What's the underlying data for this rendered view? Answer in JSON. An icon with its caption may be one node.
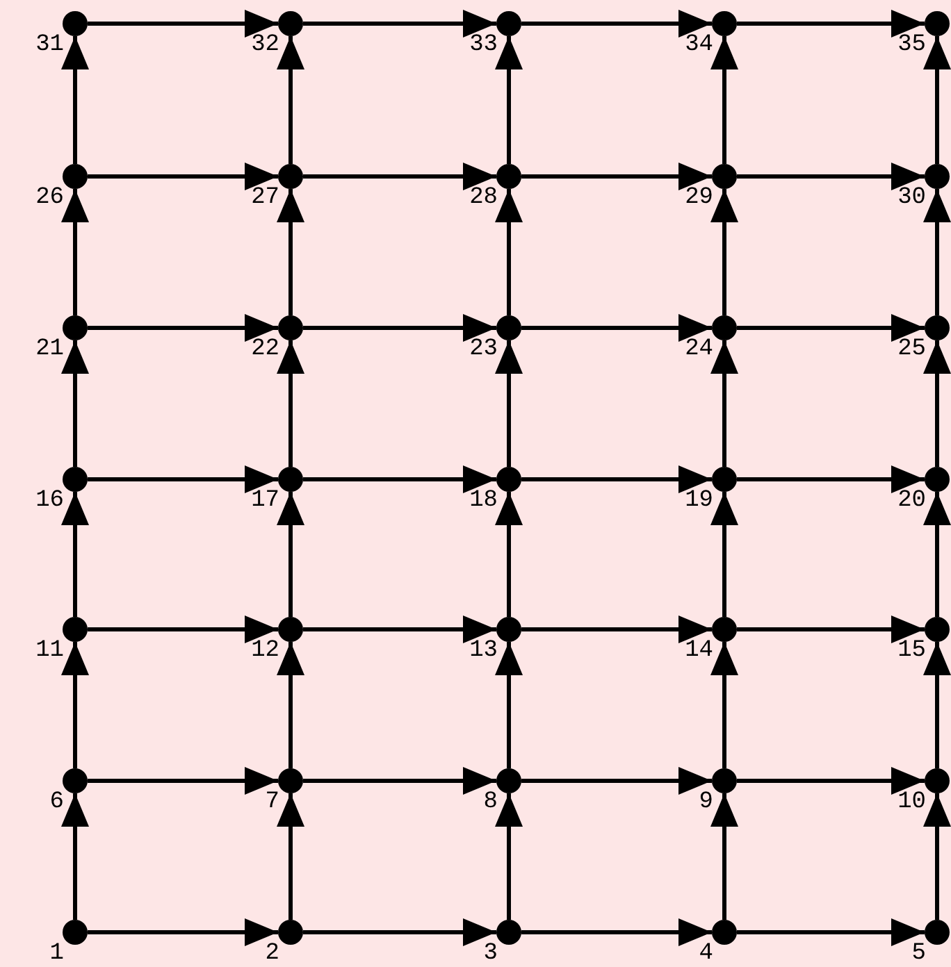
{
  "diagram": {
    "nodes": [
      {
        "text": [],
        "shape": "circle",
        "beside": [
          "1"
        ]
      },
      {
        "text": [],
        "shape": "circle",
        "beside": [
          "2"
        ]
      },
      {
        "text": [],
        "shape": "circle",
        "beside": [
          "3"
        ]
      },
      {
        "text": [],
        "shape": "circle",
        "beside": [
          "4"
        ]
      },
      {
        "text": [],
        "shape": "circle",
        "beside": [
          "5"
        ]
      },
      {
        "text": [],
        "shape": "circle",
        "beside": [
          "6"
        ]
      },
      {
        "text": [],
        "shape": "circle",
        "beside": [
          "7"
        ]
      },
      {
        "text": [],
        "shape": "circle",
        "beside": [
          "8"
        ]
      },
      {
        "text": [],
        "shape": "circle",
        "beside": [
          "9"
        ]
      },
      {
        "text": [],
        "shape": "circle",
        "beside": [
          "10"
        ]
      },
      {
        "text": [],
        "shape": "circle",
        "beside": [
          "11"
        ]
      },
      {
        "text": [],
        "shape": "circle",
        "beside": [
          "12"
        ]
      },
      {
        "text": [],
        "shape": "circle",
        "beside": [
          "13"
        ]
      },
      {
        "text": [],
        "shape": "circle",
        "beside": [
          "14"
        ]
      },
      {
        "text": [],
        "shape": "circle",
        "beside": [
          "15"
        ]
      },
      {
        "text": [],
        "shape": "circle",
        "beside": [
          "16"
        ]
      },
      {
        "text": [],
        "shape": "circle",
        "beside": [
          "17"
        ]
      },
      {
        "text": [],
        "shape": "circle",
        "beside": [
          "18"
        ]
      },
      {
        "text": [],
        "shape": "circle",
        "beside": [
          "19"
        ]
      },
      {
        "text": [],
        "shape": "circle",
        "beside": [
          "20"
        ]
      },
      {
        "text": [],
        "shape": "circle",
        "beside": [
          "21"
        ]
      },
      {
        "text": [],
        "shape": "circle",
        "beside": [
          "22"
        ]
      },
      {
        "text": [],
        "shape": "circle",
        "beside": [
          "23"
        ]
      },
      {
        "text": [],
        "shape": "circle",
        "beside": [
          "24"
        ]
      },
      {
        "text": [],
        "shape": "circle",
        "beside": [
          "25"
        ]
      },
      {
        "text": [],
        "shape": "circle",
        "beside": [
          "26"
        ]
      },
      {
        "text": [],
        "shape": "circle",
        "beside": [
          "27"
        ]
      },
      {
        "text": [],
        "shape": "circle",
        "beside": [
          "28"
        ]
      },
      {
        "text": [],
        "shape": "circle",
        "beside": [
          "29"
        ]
      },
      {
        "text": [],
        "shape": "circle",
        "beside": [
          "30"
        ]
      },
      {
        "text": [],
        "shape": "circle",
        "beside": [
          "31"
        ]
      },
      {
        "text": [],
        "shape": "circle",
        "beside": [
          "32"
        ]
      },
      {
        "text": [],
        "shape": "circle",
        "beside": [
          "33"
        ]
      },
      {
        "text": [],
        "shape": "circle",
        "beside": [
          "34"
        ]
      },
      {
        "text": [],
        "shape": "circle",
        "beside": [
          "35"
        ]
      }
    ],
    "edges": [
      {
        "from": 0,
        "to": 1,
        "arrow": "to"
      },
      {
        "from": 1,
        "to": 2,
        "arrow": "to"
      },
      {
        "from": 2,
        "to": 3,
        "arrow": "to"
      },
      {
        "from": 3,
        "to": 4,
        "arrow": "to"
      },
      {
        "from": 0,
        "to": 5,
        "arrow": "to"
      },
      {
        "from": 1,
        "to": 6,
        "arrow": "to"
      },
      {
        "from": 2,
        "to": 7,
        "arrow": "to"
      },
      {
        "from": 3,
        "to": 8,
        "arrow": "to"
      },
      {
        "from": 4,
        "to": 9,
        "arrow": "to"
      },
      {
        "from": 5,
        "to": 6,
        "arrow": "to"
      },
      {
        "from": 6,
        "to": 7,
        "arrow": "to"
      },
      {
        "from": 7,
        "to": 8,
        "arrow": "to"
      },
      {
        "from": 8,
        "to": 9,
        "arrow": "to"
      },
      {
        "from": 5,
        "to": 10,
        "arrow": "to"
      },
      {
        "from": 6,
        "to": 11,
        "arrow": "to"
      },
      {
        "from": 7,
        "to": 12,
        "arrow": "to"
      },
      {
        "from": 8,
        "to": 13,
        "arrow": "to"
      },
      {
        "from": 9,
        "to": 14,
        "arrow": "to"
      },
      {
        "from": 10,
        "to": 11,
        "arrow": "to"
      },
      {
        "from": 11,
        "to": 12,
        "arrow": "to"
      },
      {
        "from": 12,
        "to": 13,
        "arrow": "to"
      },
      {
        "from": 13,
        "to": 14,
        "arrow": "to"
      },
      {
        "from": 10,
        "to": 15,
        "arrow": "to"
      },
      {
        "from": 11,
        "to": 16,
        "arrow": "to"
      },
      {
        "from": 12,
        "to": 17,
        "arrow": "to"
      },
      {
        "from": 13,
        "to": 18,
        "arrow": "to"
      },
      {
        "from": 14,
        "to": 19,
        "arrow": "to"
      },
      {
        "from": 15,
        "to": 16,
        "arrow": "to"
      },
      {
        "from": 16,
        "to": 17,
        "arrow": "to"
      },
      {
        "from": 17,
        "to": 18,
        "arrow": "to"
      },
      {
        "from": 18,
        "to": 19,
        "arrow": "to"
      },
      {
        "from": 15,
        "to": 20,
        "arrow": "to"
      },
      {
        "from": 16,
        "to": 21,
        "arrow": "to"
      },
      {
        "from": 17,
        "to": 22,
        "arrow": "to"
      },
      {
        "from": 18,
        "to": 23,
        "arrow": "to"
      },
      {
        "from": 19,
        "to": 24,
        "arrow": "to"
      },
      {
        "from": 20,
        "to": 21,
        "arrow": "to"
      },
      {
        "from": 21,
        "to": 22,
        "arrow": "to"
      },
      {
        "from": 22,
        "to": 23,
        "arrow": "to"
      },
      {
        "from": 23,
        "to": 24,
        "arrow": "to"
      },
      {
        "from": 20,
        "to": 25,
        "arrow": "to"
      },
      {
        "from": 21,
        "to": 26,
        "arrow": "to"
      },
      {
        "from": 22,
        "to": 27,
        "arrow": "to"
      },
      {
        "from": 23,
        "to": 28,
        "arrow": "to"
      },
      {
        "from": 24,
        "to": 29,
        "arrow": "to"
      },
      {
        "from": 25,
        "to": 26,
        "arrow": "to"
      },
      {
        "from": 26,
        "to": 27,
        "arrow": "to"
      },
      {
        "from": 27,
        "to": 28,
        "arrow": "to"
      },
      {
        "from": 28,
        "to": 29,
        "arrow": "to"
      },
      {
        "from": 25,
        "to": 30,
        "arrow": "to"
      },
      {
        "from": 26,
        "to": 31,
        "arrow": "to"
      },
      {
        "from": 27,
        "to": 32,
        "arrow": "to"
      },
      {
        "from": 28,
        "to": 33,
        "arrow": "to"
      },
      {
        "from": 29,
        "to": 34,
        "arrow": "to"
      },
      {
        "from": 30,
        "to": 31,
        "arrow": "to"
      },
      {
        "from": 31,
        "to": 32,
        "arrow": "to"
      },
      {
        "from": 32,
        "to": 33,
        "arrow": "to"
      },
      {
        "from": 33,
        "to": 34,
        "arrow": "to"
      }
    ]
  }
}
